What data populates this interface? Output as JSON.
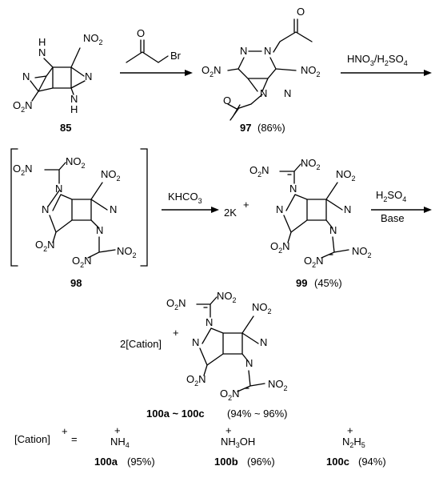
{
  "compounds": {
    "c85": {
      "number": "85"
    },
    "c97": {
      "number": "97",
      "yield": "(86%)"
    },
    "c98": {
      "number": "98"
    },
    "c99": {
      "number": "99",
      "yield": "(45%)"
    },
    "c100": {
      "number": "100a ~ 100c",
      "yield": "(94% ~  96%)"
    }
  },
  "reagents": {
    "r1_br": "Br",
    "r2_hno3": "HNO",
    "r2_sub3": "3",
    "r2_slash": "/H",
    "r2_sub2": "2",
    "r2_so": "SO",
    "r2_sub4": "4",
    "r3_khco3": "KHCO",
    "r3_sub3": "3",
    "r4_h2so4_h": "H",
    "r4_sub2": "2",
    "r4_so": "SO",
    "r4_sub4": "4",
    "r4_base": "Base"
  },
  "labels": {
    "counterion_2k": "2K",
    "plus": "+",
    "cation_2": "2[Cation]",
    "cation_def": "[Cation]",
    "equals": "=",
    "n": "N",
    "h": "H",
    "o": "O",
    "no": "NO",
    "sub2": "2",
    "o2n_o": "O",
    "o2n_n": "N"
  },
  "cations": [
    {
      "formula": "NH",
      "sub": "4",
      "id": "100a",
      "yield": "(95%)"
    },
    {
      "formula": "NH",
      "sub": "3",
      "tail": "OH",
      "id": "100b",
      "yield": "(96%)"
    },
    {
      "formula": "N",
      "sub": "2",
      "tail": "H",
      "sub2": "5",
      "id": "100c",
      "yield": "(94%)"
    }
  ]
}
